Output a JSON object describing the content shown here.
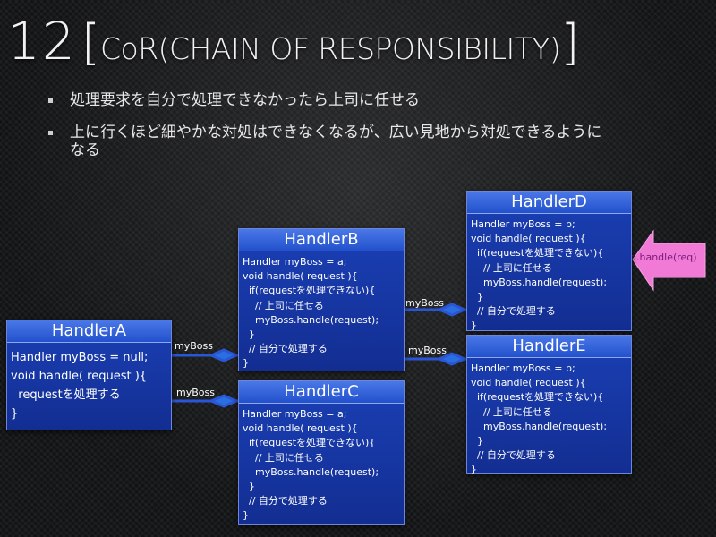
{
  "title": {
    "num": "12",
    "open": "[",
    "text": "CoR(CHAIN OF RESPONSIBILITY)",
    "close": "]"
  },
  "bullets": [
    "処理要求を自分で処理できなかったら上司に任せる",
    "上に行くほど細やかな対処はできなくなるが、広い見地から対処できるように\nなる"
  ],
  "boxes": {
    "a": {
      "name": "HandlerA",
      "code": "Handler myBoss = null;\nvoid handle( request ){\n  requestを処理する\n}"
    },
    "b": {
      "name": "HandlerB",
      "code": "Handler myBoss = a;\nvoid handle( request ){\n  if(requestを処理できない){\n    // 上司に任せる\n    myBoss.handle(request);\n  }\n  // 自分で処理する\n}"
    },
    "c": {
      "name": "HandlerC",
      "code": "Handler myBoss = a;\nvoid handle( request ){\n  if(requestを処理できない){\n    // 上司に任せる\n    myBoss.handle(request);\n  }\n  // 自分で処理する\n}"
    },
    "d": {
      "name": "HandlerD",
      "code": "Handler myBoss = b;\nvoid handle( request ){\n  if(requestを処理できない){\n    // 上司に任せる\n    myBoss.handle(request);\n  }\n  // 自分で処理する\n}"
    },
    "e": {
      "name": "HandlerE",
      "code": "Handler myBoss = b;\nvoid handle( request ){\n  if(requestを処理できない){\n    // 上司に任せる\n    myBoss.handle(request);\n  }\n  // 自分で処理する\n}"
    }
  },
  "links": {
    "label": "myBoss"
  },
  "call": {
    "label": "d.handle(req)"
  },
  "colors": {
    "box": "#1a3fb4",
    "header": "#2251cc",
    "link": "#2a56d6",
    "arrow": "#f07ad6"
  }
}
